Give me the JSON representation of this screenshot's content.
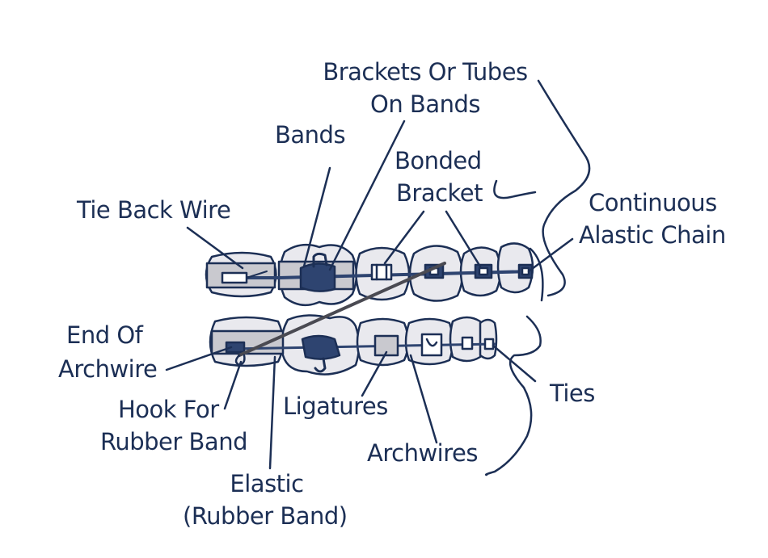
{
  "labels": {
    "brackets_or_tubes": "Brackets Or Tubes",
    "on_bands": "On Bands",
    "bands": "Bands",
    "bonded": "Bonded",
    "bracket": "Bracket",
    "tie_back_wire": "Tie Back Wire",
    "continuous": "Continuous",
    "alastic_chain": "Alastic Chain",
    "end_of": "End Of",
    "archwire": "Archwire",
    "hook_for": "Hook For",
    "rubber_band": "Rubber Band",
    "ligatures": "Ligatures",
    "ties": "Ties",
    "archwires": "Archwires",
    "elastic": "Elastic",
    "rubber_band_paren": "(Rubber Band)"
  },
  "colors": {
    "ink": "#1c2f55",
    "tooth_fill": "#e9e9ee",
    "band_fill": "#c9c9cf",
    "bracket_dark": "#2e4470",
    "background": "#ffffff"
  }
}
